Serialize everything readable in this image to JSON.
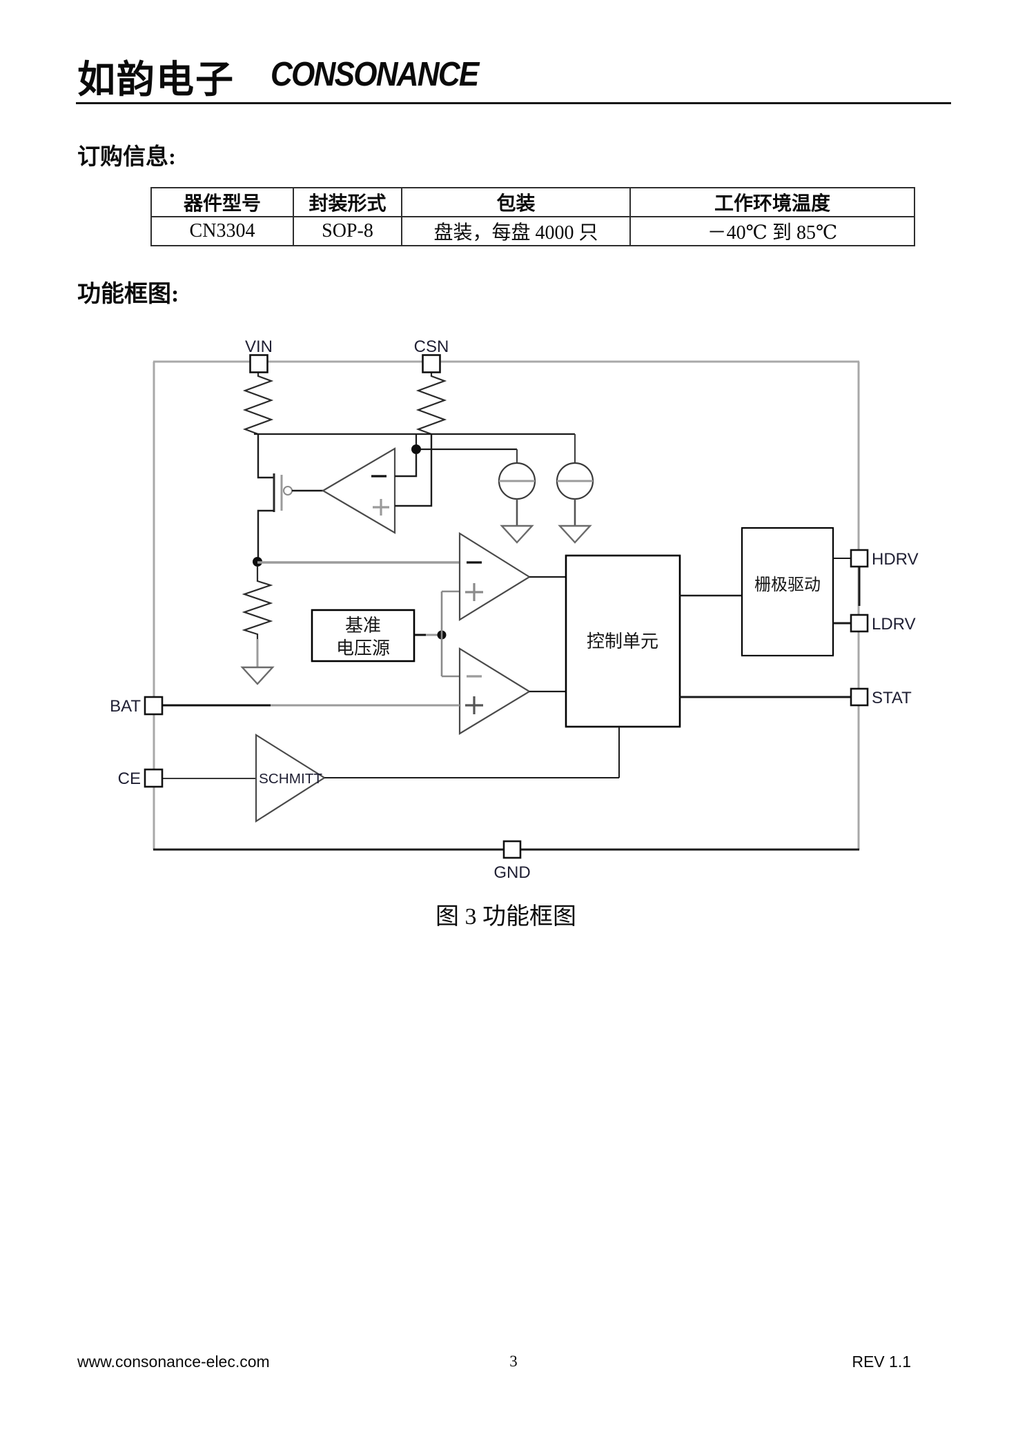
{
  "header": {
    "company_cn": "如韵电子",
    "company_en": "CONSONANCE"
  },
  "sections": {
    "ordering_title": "订购信息:",
    "block_diagram_title": "功能框图:"
  },
  "ordering_table": {
    "headers": [
      "器件型号",
      "封装形式",
      "包装",
      "工作环境温度"
    ],
    "row": [
      "CN3304",
      "SOP-8",
      "盘装，每盘 4000 只",
      "－40℃ 到 85℃"
    ]
  },
  "diagram": {
    "pins": {
      "vin": "VIN",
      "csn": "CSN",
      "bat": "BAT",
      "ce": "CE",
      "hdrv": "HDRV",
      "ldrv": "LDRV",
      "stat": "STAT",
      "gnd": "GND"
    },
    "blocks": {
      "reference_line1": "基准",
      "reference_line2": "电压源",
      "control_unit": "控制单元",
      "gate_driver": "栅极驱动",
      "schmitt": "SCHMITT"
    },
    "caption": "图 3 功能框图"
  },
  "footer": {
    "website": "www.consonance-elec.com",
    "page_number": "3",
    "revision": "REV 1.1"
  },
  "colors": {
    "border_gray": "#a8a8a8",
    "wire_black": "#1a1a1a",
    "wire_gray": "#9b9b9b",
    "box_black": "#000000"
  }
}
